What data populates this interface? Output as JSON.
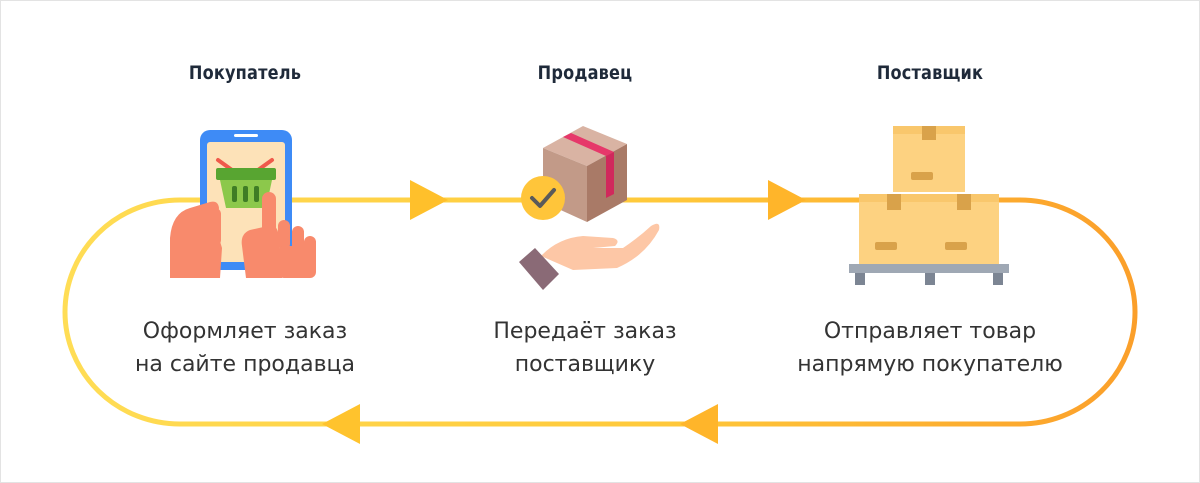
{
  "steps": [
    {
      "title": "Покупатель",
      "line1": "Оформляет заказ",
      "line2": "на сайте продавца",
      "icon": "smartphone-shopping-basket-icon"
    },
    {
      "title": "Продавец",
      "line1": "Передаёт заказ",
      "line2": "поставщику",
      "icon": "package-in-hand-icon"
    },
    {
      "title": "Поставщик",
      "line1": "Отправляет товар",
      "line2": "напрямую покупателю",
      "icon": "boxes-on-pallet-icon"
    }
  ],
  "colors": {
    "loop_start": "#ffd04a",
    "loop_end": "#fda629",
    "arrow": "#ffbf2b",
    "title": "#1f2a3a",
    "text": "#333333"
  }
}
